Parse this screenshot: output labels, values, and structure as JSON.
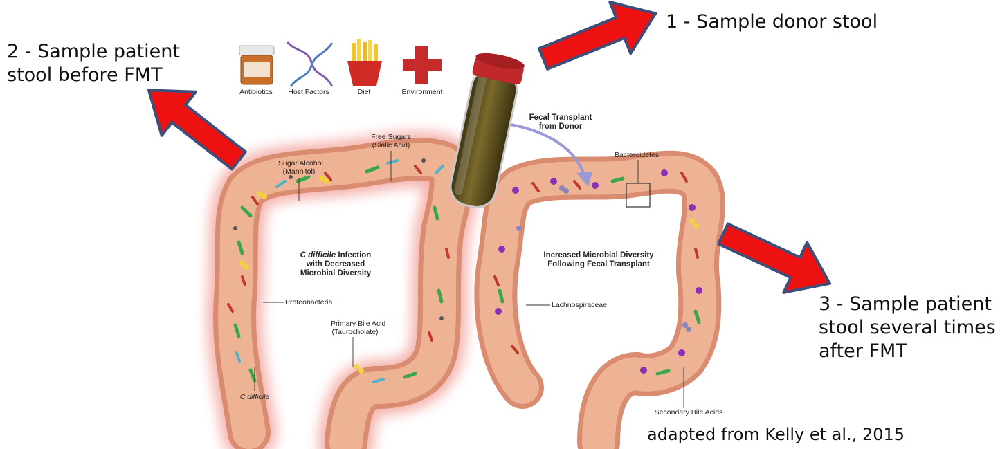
{
  "callouts": {
    "donor": "1 - Sample donor stool",
    "before_line1": "2 - Sample patient",
    "before_line2": "stool before FMT",
    "after_line1": "3 - Sample patient",
    "after_line2": "stool several times",
    "after_line3": "after FMT"
  },
  "risk_factors": [
    {
      "label": "Antibiotics",
      "icon": "pill-bottle-icon"
    },
    {
      "label": "Host Factors",
      "icon": "dna-helix-icon"
    },
    {
      "label": "Diet",
      "icon": "french-fries-icon"
    },
    {
      "label": "Environment",
      "icon": "red-cross-icon"
    }
  ],
  "transplant": {
    "line1": "Fecal Transplant",
    "line2": "from Donor"
  },
  "left_colon": {
    "title_italic": "C difficile",
    "title_rest": " Infection",
    "title_line2": "with Decreased",
    "title_line3": "Microbial Diversity",
    "labels": {
      "sugar_alcohol_1": "Sugar Alcohol",
      "sugar_alcohol_2": "(Mannitol)",
      "free_sugars_1": "Free Sugars",
      "free_sugars_2": "(Sialic Acid)",
      "proteobacteria": "Proteobacteria",
      "primary_bile_1": "Primary Bile Acid",
      "primary_bile_2": "(Taurocholate)",
      "c_difficile": "C difficile"
    }
  },
  "right_colon": {
    "title_line1": "Increased Microbial Diversity",
    "title_line2": "Following Fecal Transplant",
    "labels": {
      "bacteroidetes": "Bacteroidetes",
      "lachnospiraceae": "Lachnospiraceae",
      "secondary_bile": "Secondary Bile Acids"
    }
  },
  "citation": "adapted from Kelly et al., 2015",
  "colors": {
    "arrow_fill": "#ee1111",
    "arrow_stroke": "#3b4f7a",
    "colon_fill": "#e3a184",
    "inflamed_glow": "#e8554a",
    "stool": "#5a4a1a",
    "cap": "#c0282b"
  }
}
